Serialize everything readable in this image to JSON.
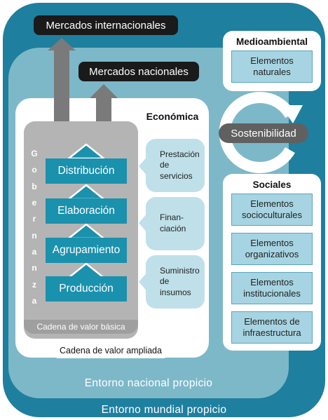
{
  "markets": {
    "international": "Mercados internacionales",
    "national": "Mercados nacionales"
  },
  "economica": {
    "title": "Económica"
  },
  "chain": {
    "steps": [
      "Distribución",
      "Elaboración",
      "Agrupamiento",
      "Producción"
    ],
    "governance_letters": [
      "G",
      "o",
      "b",
      "e",
      "r",
      "n",
      "a",
      "n",
      "z",
      "a"
    ],
    "basic_label": "Cadena de valor básica",
    "extended_label": "Cadena de valor ampliada"
  },
  "support": [
    {
      "lines": [
        "Prestación",
        "de",
        "servicios"
      ]
    },
    {
      "lines": [
        "Finan-",
        "ciación"
      ]
    },
    {
      "lines": [
        "Suministro",
        "de",
        "insumos"
      ]
    }
  ],
  "medioambiental": {
    "title": "Medioambiental",
    "items": [
      {
        "lines": [
          "Elementos",
          "naturales"
        ]
      }
    ]
  },
  "sostenibilidad": {
    "label": "Sostenibilidad"
  },
  "sociales": {
    "title": "Sociales",
    "items": [
      {
        "lines": [
          "Elementos",
          "socioculturales"
        ]
      },
      {
        "lines": [
          "Elementos",
          "organizativos"
        ]
      },
      {
        "lines": [
          "Elementos",
          "institucionales"
        ]
      },
      {
        "lines": [
          "Elementos de",
          "infraestructura"
        ]
      }
    ]
  },
  "environment": {
    "national": "Entorno nacional propicio",
    "global": "Entorno mundial propicio"
  },
  "colors": {
    "outer": "#1f7f9e",
    "national": "#7db8c9",
    "teal_box": "#1a91ad",
    "light_box": "#bfe0e9",
    "gray_chain": "#b4b4b4",
    "arrow_gray": "#7a7a7a",
    "pill_dark": "#1a1a1a"
  }
}
